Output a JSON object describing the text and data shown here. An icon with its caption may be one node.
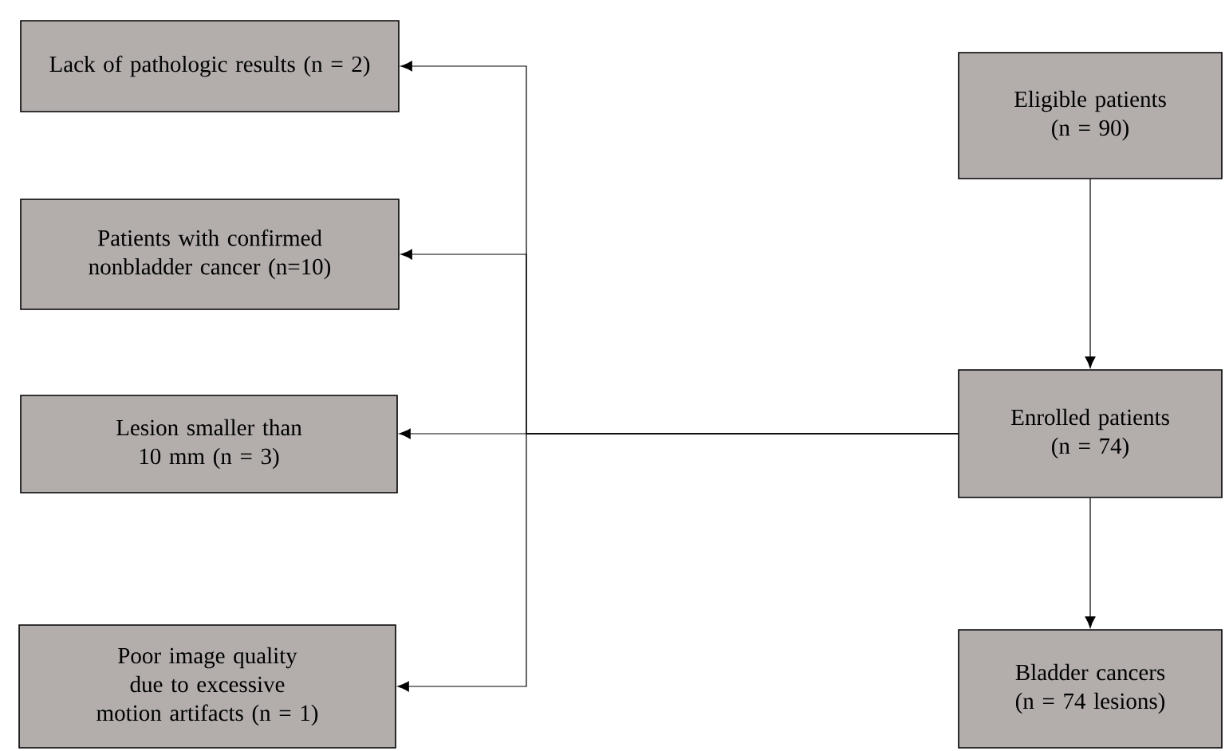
{
  "diagram": {
    "nodes": [
      {
        "text": [
          "Lack of pathologic results (n = 2)"
        ]
      },
      {
        "text": [
          "Patients with confirmed nonbladder cancer (n=10)"
        ]
      },
      {
        "text": [
          "Lesion smaller than 10 mm (n = 3)"
        ]
      },
      {
        "text": [
          "Poor image quality due to excessive motion artifacts (n = 1)"
        ]
      },
      {
        "text": [
          "Eligible patients (n = 90)"
        ]
      },
      {
        "text": [
          "Enrolled patients (n = 74)"
        ]
      },
      {
        "text": [
          "Bladder cancers (n = 74 lesions)"
        ]
      }
    ],
    "edges": [
      {
        "from": 4,
        "to": 5,
        "arrow": "to"
      },
      {
        "from": 5,
        "to": 0,
        "arrow": "to"
      },
      {
        "from": 5,
        "to": 1,
        "arrow": "to"
      },
      {
        "from": 5,
        "to": 2,
        "arrow": "to"
      },
      {
        "from": 5,
        "to": 3,
        "arrow": "to"
      },
      {
        "from": 5,
        "to": 6,
        "arrow": "to"
      }
    ]
  }
}
